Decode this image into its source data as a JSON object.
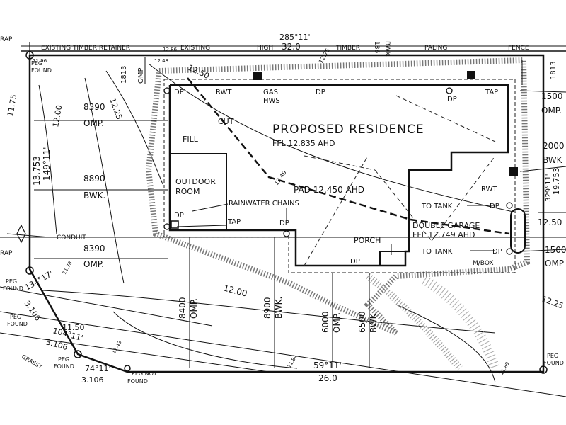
{
  "boundary": {
    "top_label": "EXISTING TIMBER RETAINER",
    "top_label2": "EXISTING",
    "top_high": "HIGH",
    "top_timber": "TIMBER",
    "top_bwk": "BWK.",
    "top_paling": "PALING",
    "top_fence": "FENCE",
    "top_length": "32.0",
    "top_partial": "285°11'",
    "top_186": "186",
    "bottom_length": "26.0",
    "bottom_angle": "59°11'",
    "left_length": "13.753",
    "left_angle": "149°11'",
    "right_length": "19.753",
    "right_329": "329°11'",
    "right_bwk": "BWK",
    "right_2000": "2000",
    "right_1813": "1813",
    "left_1813": "1813",
    "left_omp": "OMP",
    "right_1500a": "1500",
    "right_omp_a": "OMP.",
    "right_1500b": "1500",
    "right_omp_b": "OMP",
    "right_1250": "12.50",
    "right_1225": "12.25"
  },
  "building": {
    "title": "PROPOSED RESIDENCE",
    "ffl": "FFL 12.835 AHD",
    "pad": "PAD 12.450 AHD",
    "garage_title": "DOUBLE GARAGE",
    "garage_ffl": "FFL 12.749 AHD",
    "porch": "PORCH",
    "outdoor": "OUTDOOR",
    "room": "ROOM",
    "cut": "CUT",
    "fill": "FILL",
    "rainwater": "RAINWATER CHAINS",
    "to_tank_1": "TO TANK",
    "to_tank_2": "TO TANK",
    "mbox": "M/BOX",
    "rwt_1": "RWT",
    "rwt_2": "RWT",
    "gas": "GAS",
    "hws": "HWS",
    "dp_labels": [
      "DP",
      "DP",
      "DP",
      "DP",
      "DP",
      "DP",
      "DP",
      "DP"
    ],
    "tap_1": "TAP",
    "tap_2": "TAP",
    "contour_1249": "12.49"
  },
  "setbacks": {
    "left_8390a": "8390",
    "left_omp_a": "OMP.",
    "left_8890": "8890",
    "left_bwk": "BWK.",
    "left_8390b": "8390",
    "left_omp_b": "OMP.",
    "bottom_8400": "8400",
    "bottom_8400_omp": "OMP.",
    "bottom_8900": "8900",
    "bottom_8900_bwk": "BWK.",
    "bottom_6000": "6000",
    "bottom_6000_omp": "OMP.",
    "bottom_6500": "6500",
    "bottom_6500_bwk": "BWK."
  },
  "contours": {
    "c1250": "12.50",
    "c1225": "12.25",
    "c1200_top": "12.00",
    "c1175": "11.75",
    "c1200_mid": "12.00",
    "c1150": "11.50",
    "c1143": "11.43",
    "c1184": "11.84",
    "c1196": "11.96",
    "c1286": "12.86",
    "c1248": "12.48",
    "c1275": "12.75",
    "c1178": "11.78",
    "c1189": "11.89"
  },
  "pegs": {
    "peg_found_tl": "PEG",
    "peg_found_tl2": "FOUND",
    "peg_found_ml": "PEG",
    "peg_found_ml2": "FOUND",
    "peg_found_bl": "PEG",
    "peg_found_bl2": "FOUND",
    "peg_found_bl3": "PEG",
    "peg_found_bl4": "FOUND",
    "peg_not_found": "PEG NOT",
    "peg_not_found2": "FOUND",
    "peg_found_br": "PEG",
    "peg_found_br2": "FOUND"
  },
  "road": {
    "a134": "134°17'",
    "l3106a": "3.106",
    "a104": "104°11'",
    "l3106b": "3.106",
    "a74": "74°11'",
    "l3106c": "3.106",
    "grassy": "GRASSY",
    "conduit": "CONDUIT",
    "rap_top": "RAP",
    "rap_mid": "RAP"
  }
}
